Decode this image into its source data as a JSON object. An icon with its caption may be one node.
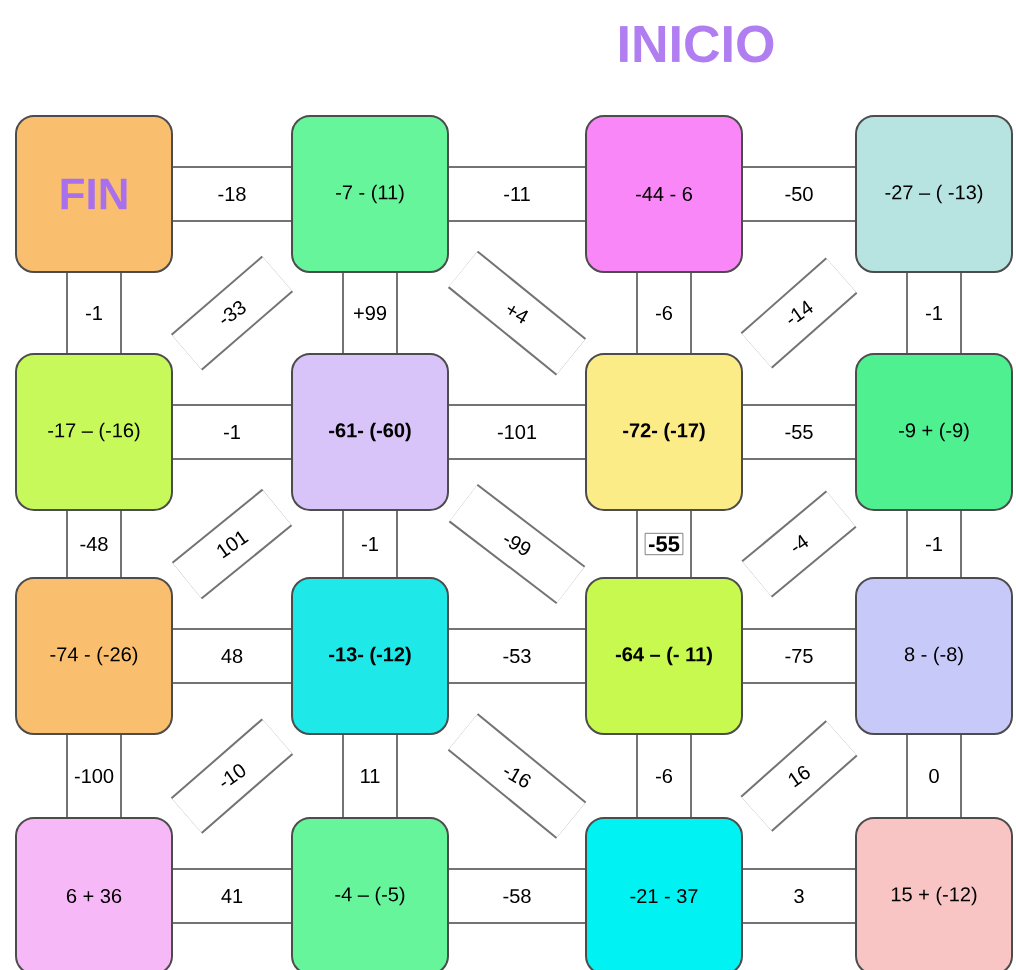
{
  "diagram": {
    "nodes": [
      {
        "text": [
          "FIN"
        ]
      },
      {
        "text": [
          "-7 - (11)"
        ]
      },
      {
        "text": [
          "-44 - 6"
        ],
        "beside": [
          "INICIO"
        ]
      },
      {
        "text": [
          "-27 – ( -13)"
        ]
      },
      {
        "text": [
          "-17 – (-16)"
        ]
      },
      {
        "text": [
          "-61- (-60)"
        ]
      },
      {
        "text": [
          "-72- (-17)"
        ]
      },
      {
        "text": [
          "-9 + (-9)"
        ]
      },
      {
        "text": [
          "-74 - (-26)"
        ]
      },
      {
        "text": [
          "-13- (-12)"
        ]
      },
      {
        "text": [
          "-64 – (- 11)"
        ]
      },
      {
        "text": [
          "8 - (-8)"
        ]
      },
      {
        "text": [
          "6 + 36"
        ]
      },
      {
        "text": [
          "-4 – (-5)"
        ]
      },
      {
        "text": [
          "-21 - 37"
        ]
      },
      {
        "text": [
          "15 + (-12)"
        ]
      }
    ],
    "edges": [
      {
        "from": 0,
        "to": 1,
        "arrow": "none",
        "label": "-18"
      },
      {
        "from": 1,
        "to": 2,
        "arrow": "none",
        "label": "-11"
      },
      {
        "from": 2,
        "to": 3,
        "arrow": "none",
        "label": "-50"
      },
      {
        "from": 0,
        "to": 4,
        "arrow": "none",
        "label": "-1"
      },
      {
        "from": 1,
        "to": 4,
        "arrow": "none",
        "label": "-33"
      },
      {
        "from": 1,
        "to": 5,
        "arrow": "none",
        "label": "+99"
      },
      {
        "from": 1,
        "to": 6,
        "arrow": "none",
        "label": "+4"
      },
      {
        "from": 2,
        "to": 6,
        "arrow": "none",
        "label": "-6"
      },
      {
        "from": 3,
        "to": 6,
        "arrow": "none",
        "label": "-14"
      },
      {
        "from": 3,
        "to": 7,
        "arrow": "none",
        "label": "-1"
      },
      {
        "from": 4,
        "to": 5,
        "arrow": "none",
        "label": "-1"
      },
      {
        "from": 5,
        "to": 6,
        "arrow": "none",
        "label": "-101"
      },
      {
        "from": 6,
        "to": 7,
        "arrow": "none",
        "label": "-55"
      },
      {
        "from": 4,
        "to": 8,
        "arrow": "none",
        "label": "-48"
      },
      {
        "from": 5,
        "to": 8,
        "arrow": "none",
        "label": "101"
      },
      {
        "from": 5,
        "to": 9,
        "arrow": "none",
        "label": "-1"
      },
      {
        "from": 5,
        "to": 10,
        "arrow": "none",
        "label": "-99"
      },
      {
        "from": 6,
        "to": 10,
        "arrow": "none",
        "label": "-55"
      },
      {
        "from": 7,
        "to": 10,
        "arrow": "none",
        "label": "-4"
      },
      {
        "from": 7,
        "to": 11,
        "arrow": "none",
        "label": "-1"
      },
      {
        "from": 8,
        "to": 9,
        "arrow": "none",
        "label": "48"
      },
      {
        "from": 9,
        "to": 10,
        "arrow": "none",
        "label": "-53"
      },
      {
        "from": 10,
        "to": 11,
        "arrow": "none",
        "label": "-75"
      },
      {
        "from": 8,
        "to": 12,
        "arrow": "none",
        "label": "-100"
      },
      {
        "from": 9,
        "to": 12,
        "arrow": "none",
        "label": "-10"
      },
      {
        "from": 9,
        "to": 13,
        "arrow": "none",
        "label": "11"
      },
      {
        "from": 9,
        "to": 14,
        "arrow": "none",
        "label": "-16"
      },
      {
        "from": 10,
        "to": 14,
        "arrow": "none",
        "label": "-6"
      },
      {
        "from": 11,
        "to": 14,
        "arrow": "none",
        "label": "16"
      },
      {
        "from": 11,
        "to": 15,
        "arrow": "none",
        "label": "0"
      },
      {
        "from": 12,
        "to": 13,
        "arrow": "none",
        "label": "41"
      },
      {
        "from": 13,
        "to": 14,
        "arrow": "none",
        "label": "-58"
      },
      {
        "from": 14,
        "to": 15,
        "arrow": "none",
        "label": "3"
      }
    ]
  }
}
